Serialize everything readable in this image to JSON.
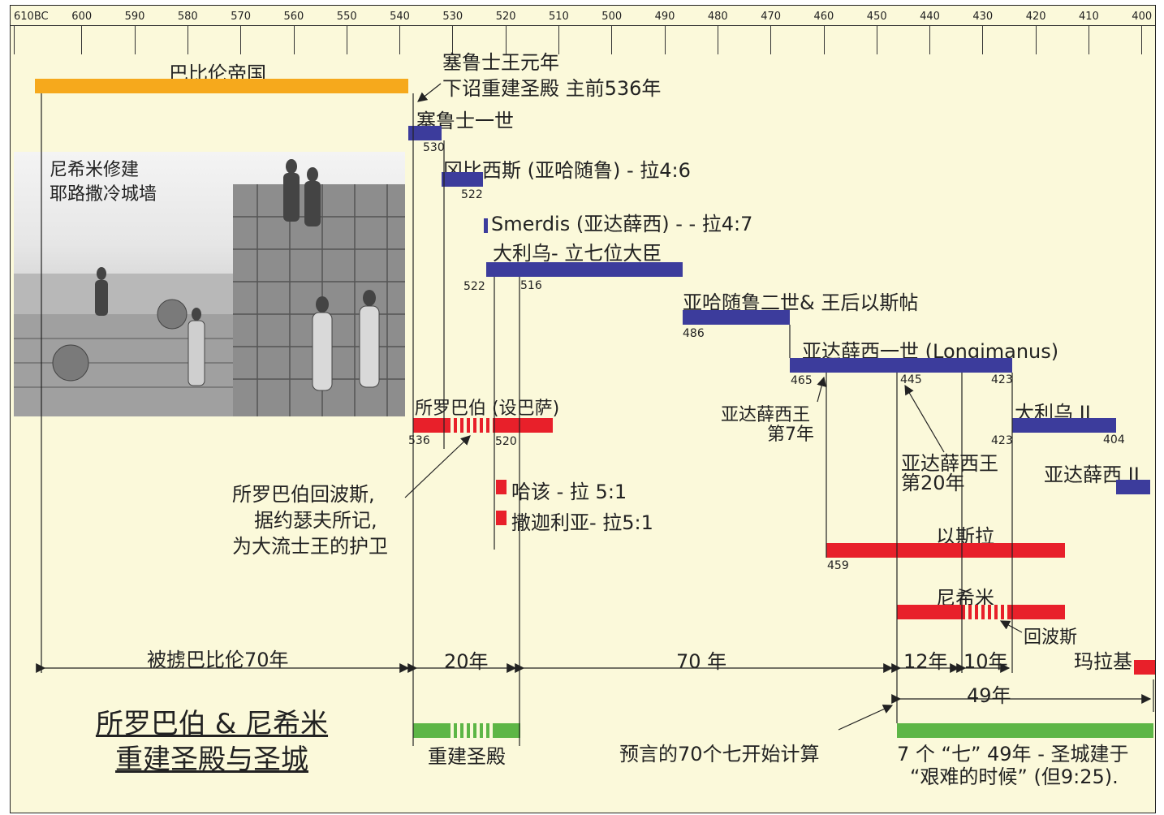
{
  "ruler": {
    "ticks": [
      "610BC",
      "600",
      "590",
      "580",
      "570",
      "560",
      "550",
      "540",
      "530",
      "520",
      "510",
      "500",
      "490",
      "480",
      "470",
      "460",
      "450",
      "440",
      "430",
      "420",
      "410",
      "400"
    ]
  },
  "labels": {
    "babylon_empire": "巴比伦帝国",
    "cyrus_decree_line1": "塞鲁士王元年",
    "cyrus_decree_line2": "下诏重建圣殿 主前536年",
    "cyrus": "塞鲁士一世",
    "cyrus_end": "530",
    "cambyses": "冈比西斯 (亚哈随鲁) - 拉4:6",
    "cambyses_end": "522",
    "smerdis": "Smerdis (亚达薛西) - - 拉4:7",
    "darius": "大利乌- 立七位大臣",
    "darius_start": "522",
    "darius_516": "516",
    "xerxes": "亚哈随鲁二世& 王后以斯帖",
    "xerxes_end": "486",
    "artaxerxes": "亚达薛西一世 (Longimanus)",
    "artaxerxes_start": "465",
    "artaxerxes_445": "445",
    "artaxerxes_end": "423",
    "darius2": "大利乌 II",
    "darius2_start": "423",
    "darius2_end": "404",
    "artaxerxes2": "亚达薛西 II",
    "zerubbabel": "所罗巴伯 (设巴萨)",
    "zerubbabel_start": "536",
    "zerubbabel_520": "520",
    "haggai": "哈该 - 拉 5:1",
    "zechariah": "撒迦利亚- 拉5:1",
    "ezra": "以斯拉",
    "ezra_start": "459",
    "nehemiah": "尼希米",
    "return_persia": "回波斯",
    "malachi": "玛拉基",
    "artax_7th_line1": "亚达薛西王",
    "artax_7th_line2": "第7年",
    "artax_20th_line1": "亚达薛西王",
    "artax_20th_line2": "第20年",
    "zerub_return_line1": "所罗巴伯回波斯,",
    "zerub_return_line2": "据约瑟夫所记,",
    "zerub_return_line3": "为大流士王的护卫",
    "photo_caption_line1": "尼希米修建",
    "photo_caption_line2": "耶路撒冷城墙",
    "span_captivity": "被掳巴比伦70年",
    "span_20": "20年",
    "span_70": "70 年",
    "span_12": "12年",
    "span_10": "10年",
    "span_49": "49年",
    "temple_rebuild": "重建圣殿",
    "seventy_sevens": "预言的70个七开始计算",
    "seven_sevens_line1": "7 个 “七” 49年 - 圣城建于",
    "seven_sevens_line2": "“艰难的时候” (但9:25).",
    "title_line1": "所罗巴伯 & 尼希米",
    "title_line2": "重建圣殿与圣城"
  },
  "colors": {
    "background": "#fbf9da",
    "babylon": "#f6a91c",
    "persian_kings": "#3c3c9c",
    "leaders": "#e8202a",
    "temple_city": "#5db646"
  }
}
